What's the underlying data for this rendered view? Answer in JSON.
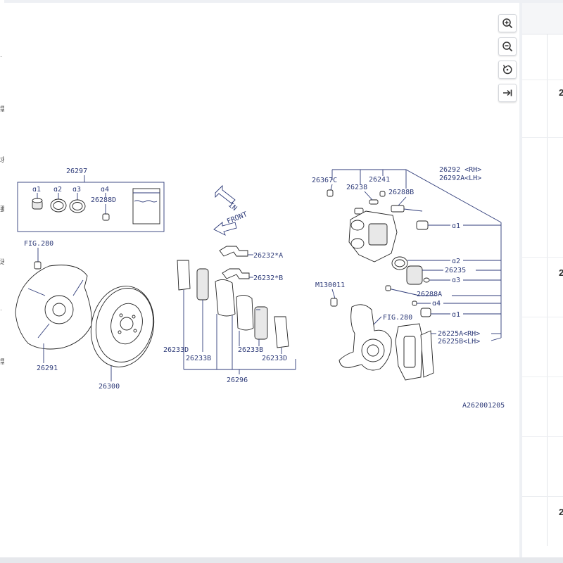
{
  "left_edge_marks": [
    "·",
    "需",
    "求",
    "要",
    "送",
    "·",
    "需"
  ],
  "toolbar": [
    {
      "name": "zoom-in-button",
      "icon": "zoom-in-icon"
    },
    {
      "name": "zoom-out-button",
      "icon": "zoom-out-icon"
    },
    {
      "name": "reset-view-button",
      "icon": "rotate-icon"
    },
    {
      "name": "fit-width-button",
      "icon": "arrow-right-bar-icon"
    }
  ],
  "right_panel": {
    "rows": [
      "2",
      "2",
      "2"
    ]
  },
  "diagram": {
    "ref_code": "A262001205",
    "kit": {
      "label": "26297",
      "p1": "ɑ1",
      "p2": "ɑ2",
      "p3": "ɑ3",
      "p4": "ɑ4",
      "p4_label": "26288D"
    },
    "fig_left": "FIG.280",
    "shield": "26291",
    "rotor": "26300",
    "front_label": "FRONT",
    "in_label": "IN",
    "clip_a": "26232*A",
    "clip_b": "26232*B",
    "pad_labels": {
      "l1": "26233D",
      "l2": "26233B",
      "l3": "26233B",
      "l4": "26233D"
    },
    "pad_kit": "26296",
    "caliper": {
      "c1": "26367C",
      "c2": "26238",
      "c3": "26241",
      "c4": "26288B",
      "rh": "26292 <RH>",
      "lh": "26292A<LH>",
      "a1": "ɑ1",
      "a2": "ɑ2",
      "piston": "26235",
      "a3": "ɑ3",
      "pin": "26288A",
      "a4": "ɑ4",
      "a1b": "ɑ1",
      "bolt": "M130011",
      "fig": "FIG.280",
      "bracket_rh": "26225A<RH>",
      "bracket_lh": "26225B<LH>"
    }
  }
}
